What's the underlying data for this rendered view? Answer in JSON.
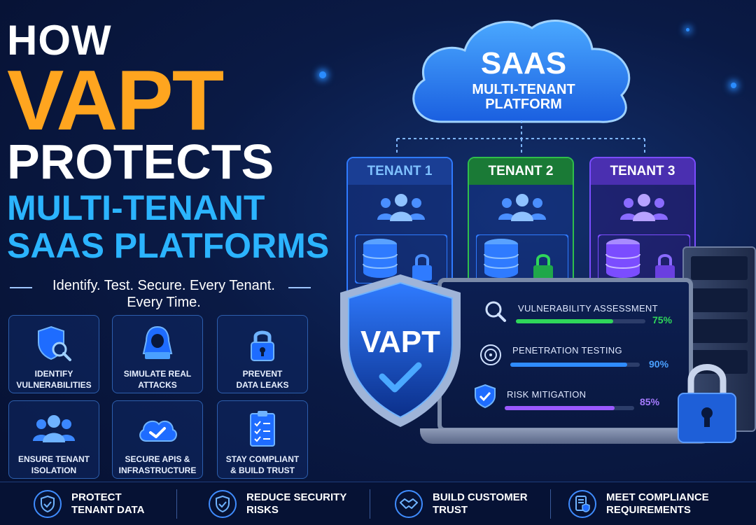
{
  "headline": {
    "how": "HOW",
    "vapt": "VAPT",
    "protects": "PROTECTS",
    "line1": "MULTI-TENANT",
    "line2": "SAAS PLATFORMS"
  },
  "tagline": {
    "line1": "Identify. Test. Secure. Every Tenant.",
    "line2": "Every Time."
  },
  "features": [
    {
      "icon": "shield-search-icon",
      "line1": "IDENTIFY",
      "line2": "VULNERABILITIES"
    },
    {
      "icon": "hacker-icon",
      "line1": "SIMULATE REAL",
      "line2": "ATTACKS"
    },
    {
      "icon": "padlock-icon",
      "line1": "PREVENT",
      "line2": "DATA LEAKS"
    },
    {
      "icon": "users-icon",
      "line1": "ENSURE TENANT",
      "line2": "ISOLATION"
    },
    {
      "icon": "cloud-check-icon",
      "line1": "SECURE APIS &",
      "line2": "INFRASTRUCTURE"
    },
    {
      "icon": "checklist-icon",
      "line1": "STAY COMPLIANT",
      "line2": "& BUILD TRUST"
    }
  ],
  "cloud": {
    "title": "SAAS",
    "sub1": "MULTI-TENANT",
    "sub2": "PLATFORM"
  },
  "tenants": [
    {
      "label": "TENANT 1",
      "color": "#2f7bff"
    },
    {
      "label": "TENANT 2",
      "color": "#2fbf4a"
    },
    {
      "label": "TENANT 3",
      "color": "#7b4dff"
    }
  ],
  "shield": {
    "label": "VAPT"
  },
  "dashboard": [
    {
      "icon": "magnifier-icon",
      "name": "VULNERABILITY ASSESSMENT",
      "percent": "75%",
      "value": 0.75,
      "color": "#2fd65a"
    },
    {
      "icon": "target-icon",
      "name": "PENETRATION TESTING",
      "percent": "90%",
      "value": 0.9,
      "color": "#2f8cff"
    },
    {
      "icon": "shield-check-icon",
      "name": "RISK MITIGATION",
      "percent": "85%",
      "value": 0.85,
      "color": "#9b59ff"
    }
  ],
  "benefits": [
    {
      "icon": "shield-check-icon",
      "line1": "PROTECT",
      "line2": "TENANT DATA"
    },
    {
      "icon": "shield-check-icon",
      "line1": "REDUCE SECURITY",
      "line2": "RISKS"
    },
    {
      "icon": "handshake-icon",
      "line1": "BUILD CUSTOMER",
      "line2": "TRUST"
    },
    {
      "icon": "document-shield-icon",
      "line1": "MEET COMPLIANCE",
      "line2": "REQUIREMENTS"
    }
  ]
}
